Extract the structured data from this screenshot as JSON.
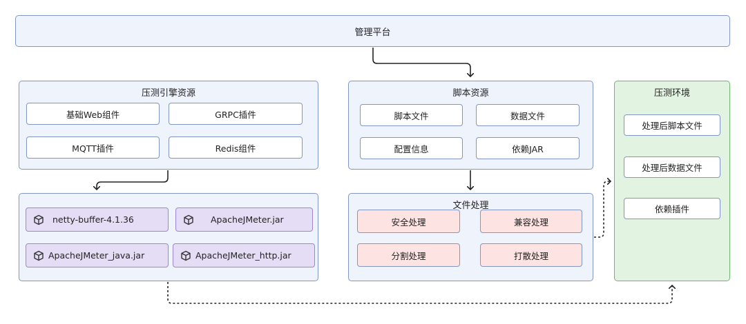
{
  "platform": {
    "label": "管理平台"
  },
  "engine": {
    "title": "压测引擎资源",
    "items": [
      "基础Web组件",
      "GRPC插件",
      "MQTT插件",
      "Redis组件"
    ]
  },
  "jars": {
    "items": [
      "netty-buffer-4.1.36",
      "ApacheJMeter.jar",
      "ApacheJMeter_java.jar",
      "ApacheJMeter_http.jar"
    ],
    "icon": "package-icon"
  },
  "script_res": {
    "title": "脚本资源",
    "items": [
      "脚本文件",
      "数据文件",
      "配置信息",
      "依赖JAR"
    ]
  },
  "file_proc": {
    "title": "文件处理",
    "items": [
      "安全处理",
      "兼容处理",
      "分割处理",
      "打散处理"
    ]
  },
  "env": {
    "title": "压测环境",
    "items": [
      "处理后脚本文件",
      "处理后数据文件",
      "依赖插件"
    ]
  },
  "colors": {
    "box_fill": "#eef3fc",
    "box_border": "#7f96c6",
    "pink_fill": "#fde3e2",
    "purple_fill": "#e5dcf6",
    "purple_border": "#9c86cf",
    "green_fill": "#e2f3e1",
    "green_border": "#74b473"
  }
}
